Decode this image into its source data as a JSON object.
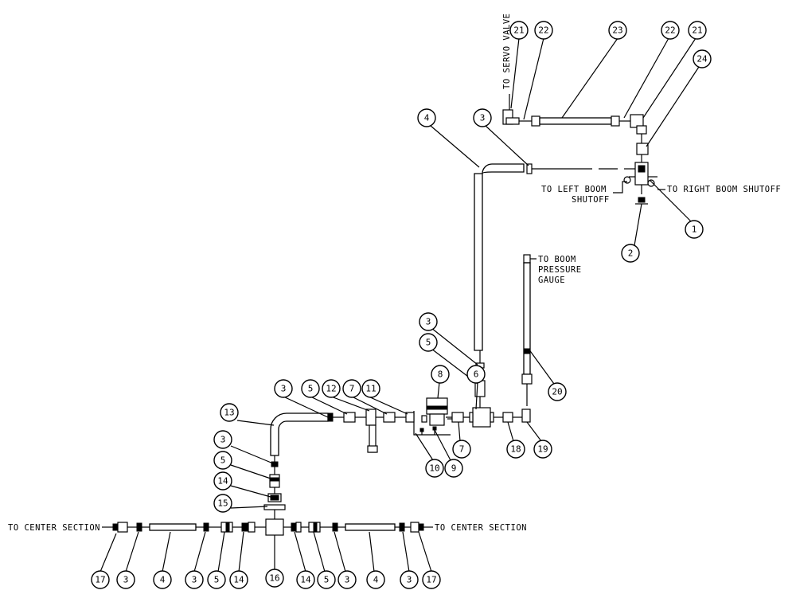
{
  "notes": {
    "servo_valve": "TO SERVO VALVE",
    "right_boom": "TO RIGHT BOOM SHUTOFF",
    "left_boom_1": "TO LEFT BOOM",
    "left_boom_2": "SHUTOFF",
    "gauge_1": "TO BOOM",
    "gauge_2": "PRESSURE",
    "gauge_3": "GAUGE",
    "center_left": "TO CENTER SECTION",
    "center_right": "TO CENTER SECTION"
  },
  "callouts": {
    "c21a": "21",
    "c22a": "22",
    "c23": "23",
    "c22b": "22",
    "c21b": "21",
    "c24": "24",
    "c4top": "4",
    "c3top": "3",
    "c1": "1",
    "c2": "2",
    "c3mid": "3",
    "c5mid": "5",
    "c6": "6",
    "c8": "8",
    "c20": "20",
    "c3a": "3",
    "c5a": "5",
    "c12": "12",
    "c7a": "7",
    "c11": "11",
    "c13": "13",
    "c3b": "3",
    "c5b": "5",
    "c14a": "14",
    "c15": "15",
    "c7b": "7",
    "c10": "10",
    "c9": "9",
    "c18": "18",
    "c19": "19",
    "b17a": "17",
    "b3a": "3",
    "b4a": "4",
    "b3b": "3",
    "b5a": "5",
    "b14a": "14",
    "b16": "16",
    "b14b": "14",
    "b5b": "5",
    "b3c": "3",
    "b4b": "4",
    "b3d": "3",
    "b17b": "17"
  }
}
